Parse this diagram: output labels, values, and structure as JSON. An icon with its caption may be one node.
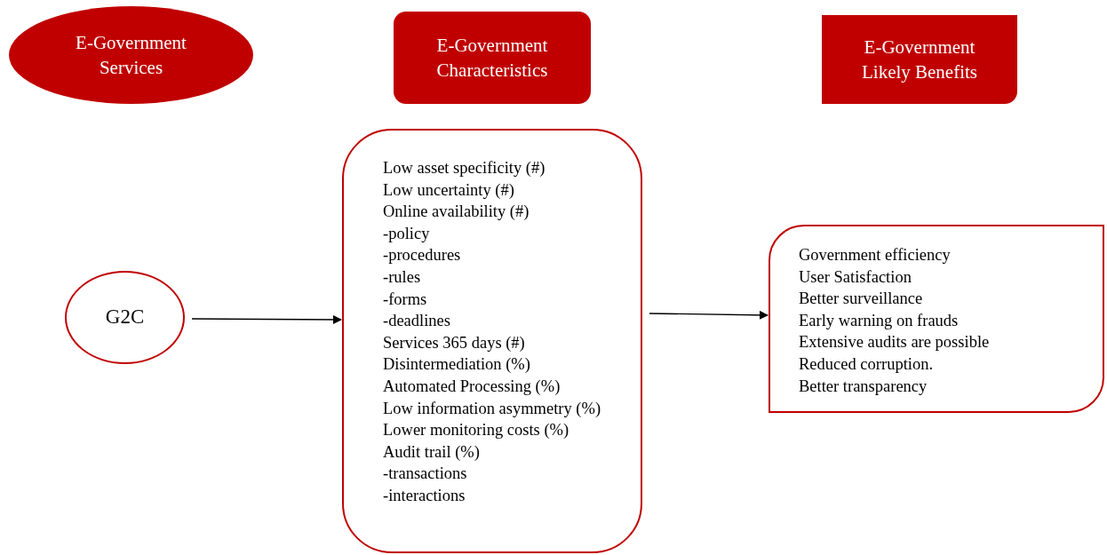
{
  "diagram": {
    "nodes": [
      {
        "text": [
          "E-Government Services"
        ]
      },
      {
        "text": [
          "E-Government Characteristics"
        ]
      },
      {
        "text": [
          "E-Government Likely Benefits"
        ]
      },
      {
        "text": [
          "G2C"
        ]
      },
      {
        "text": [
          "Low asset specificity (#)",
          "Low uncertainty (#)",
          "Online availability (#)",
          "-policy",
          "-procedures",
          "-rules",
          "-forms",
          "-deadlines",
          "Services 365 days (#)",
          "Disintermediation (%)",
          "Automated Processing (%)",
          "Low information asymmetry (%)",
          "Lower monitoring costs (%)",
          "Audit trail (%)",
          "-transactions",
          "-interactions"
        ]
      },
      {
        "text": [
          "Government efficiency",
          "User Satisfaction",
          "Better surveillance",
          "Early warning on frauds",
          "Extensive audits are possible",
          "Reduced corruption.",
          "Better transparency"
        ]
      }
    ],
    "edges": [
      {
        "from": 3,
        "to": 4,
        "arrow": "to"
      },
      {
        "from": 4,
        "to": 5,
        "arrow": "to"
      }
    ]
  }
}
